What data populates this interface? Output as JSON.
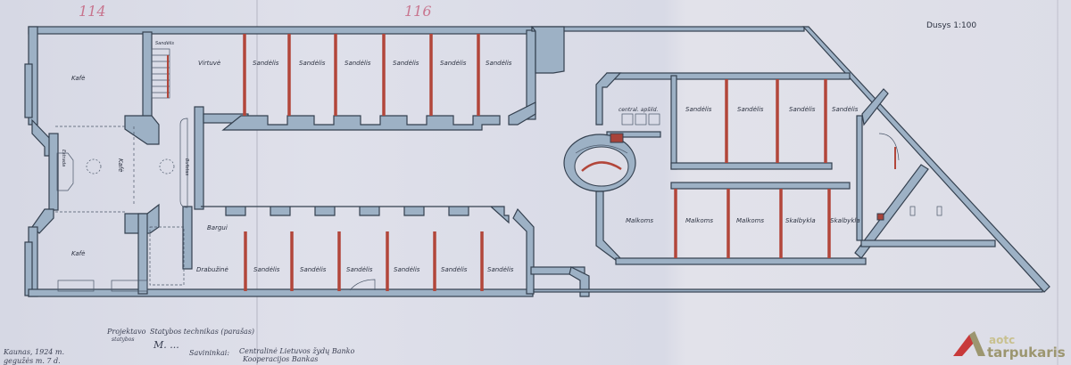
{
  "sheet": {
    "pencil_marks": [
      "114",
      "116"
    ],
    "scale_note": "Dusys 1:100"
  },
  "rooms": {
    "left_block": {
      "cafe_top": "Kafė",
      "cafe_bottom": "Kafė",
      "cafe_center": "Kafė",
      "estrada": "Estrada",
      "bufetas": "Bufetas",
      "stair_storage": "Sandėlis"
    },
    "upper_wing": [
      "Virtuvė",
      "Sandėlis",
      "Sandėlis",
      "Sandėlis",
      "Sandėlis",
      "Sandėlis",
      "Sandėlis"
    ],
    "lower_wing": {
      "bargui": "Bargui",
      "items": [
        "Drabužinė",
        "Sandėlis",
        "Sandėlis",
        "Sandėlis",
        "Sandėlis",
        "Sandėlis",
        "Sandėlis"
      ]
    },
    "right_upper": [
      "central. apšild.",
      "Sandėlis",
      "Sandėlis",
      "Sandėlis",
      "Sandėlis"
    ],
    "right_lower": [
      "Malkoms",
      "Malkoms",
      "Malkoms",
      "Skalbykla",
      "Skalbykla"
    ]
  },
  "signatures": {
    "place_date_1": "Kaunas, 1924 m.",
    "place_date_2": "gegužės m. 7 d.",
    "designer_label": "Projektavo",
    "designer_role": "statybos",
    "designer_text": "Statybos technikas (parašas)",
    "designer_signature": "M. ...",
    "owner_label": "Savininkai:",
    "owner_text": "Centralinė Lietuvos žydų Banko",
    "owner_text_2": "Kooperacijos Bankas"
  },
  "logo": {
    "line1": "aotc",
    "line2": "tarpukaris",
    "colors": {
      "red": "#c8393a",
      "olive": "#9c9670"
    }
  },
  "colors": {
    "wall": "#9db1c5",
    "partition": "#b2463a",
    "paper": "#d9dbe6"
  }
}
